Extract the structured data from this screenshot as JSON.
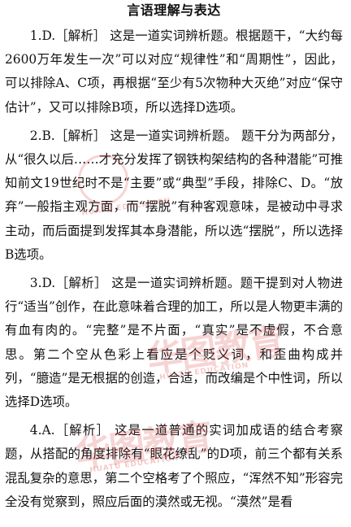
{
  "title": "言语理解与表达",
  "paragraphs": [
    {
      "text": "1.D.［解析］ 这是一道实词辨析题。根据题干，“大约每2600万年发生一次”可以对应“规律性”和“周期性”，因此，可以排除A、C项，再根据“至少有5次物种大灭绝”对应“保守估计”，又可以排除B项，所以选择D选项。"
    },
    {
      "text": "2.B.［解析］ 这是一道实词辨析题。 题干分为两部分，从“很久以后……才充分发挥了钢铁构架结构的各种潜能”可推知前文19世纪时不是“主要”或“典型”手段，排除C、D。“放弃”一般指主观方面，而“摆脱”有种客观意味，是被动中寻求主动，而后面提到发挥其本身潜能，所以选“摆脱”，所以选择B选项。"
    },
    {
      "text": "3.D.［解析］ 这是一道实词辨析题。题干提到对人物进行“适当”创作，在此意味着合理的加工，所以是人物更丰满的有血有肉的。“完整”是不片面，“真实”是不虚假，不合意思。第二个空从色彩上看应是个贬义词，和歪曲构成并列，“臆造”是无根据的创造，合适，而改编是个中性词，所以选择D选项。"
    },
    {
      "text": "4.A.［解析］ 这是一道普通的实词加成语的结合考察题，从搭配的角度排除有“眼花缭乱”的D项，前三个都有关系混乱复杂的意思，第二个空格考了个照应，“浑然不知”形容完全没有觉察到，照应后面的漠然或无视。“漠然”是看"
    }
  ],
  "watermark": {
    "brand_logo": "华图教育",
    "brand_en": "HUATU EDUCATION"
  }
}
